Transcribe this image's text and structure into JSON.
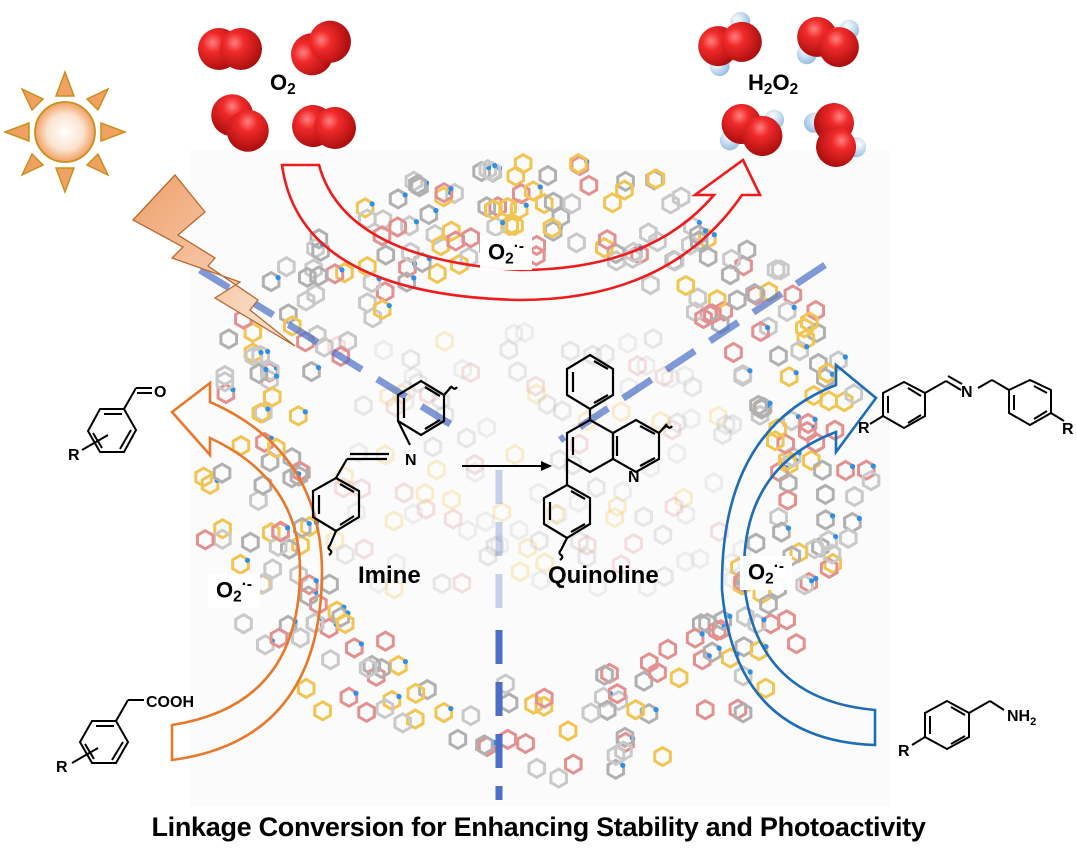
{
  "title": "Linkage Conversion for Enhancing Stability and Photoactivity",
  "colors": {
    "o2_arrow": "#ee1c1c",
    "oxidation_arrow": "#e8782b",
    "coupling_arrow": "#1f6eb5",
    "sun_fill": "#f0a060",
    "sun_stroke": "#c8901c",
    "bolt_fill": "#f0a878",
    "bolt_stroke": "#b8682e",
    "axis_dash": "#4a6fc6",
    "oxygen_atom": "#e62020",
    "hydrogen_atom": "#b9d6ee",
    "framework_grey": "#b0b0b0",
    "framework_pink": "#e39090",
    "framework_yellow": "#f2c552",
    "framework_blue": "#2f8fe6"
  },
  "reactants": {
    "o2": {
      "main": "O",
      "sub": "2"
    },
    "h2o2": {
      "h": "H",
      "h_sub": "2",
      "o": "O",
      "o_sub": "2"
    }
  },
  "radical": {
    "main": "O",
    "sub": "2",
    "sup": "·-"
  },
  "center": {
    "left_label": "Imine",
    "right_label": "Quinoline",
    "imine_atom": "N",
    "quinoline_atom": "N"
  },
  "left_side": {
    "product": {
      "group": "O",
      "substituent": "R",
      "name": "aldehyde"
    },
    "substrate": {
      "group": "COOH",
      "substituent": "R",
      "name": "phenylacetic-acid"
    }
  },
  "right_side": {
    "product": {
      "atom": "N",
      "substituent_left": "R",
      "substituent_right": "R",
      "name": "imine"
    },
    "substrate": {
      "group_main": "NH",
      "group_sub": "2",
      "substituent": "R",
      "name": "benzylamine"
    }
  }
}
